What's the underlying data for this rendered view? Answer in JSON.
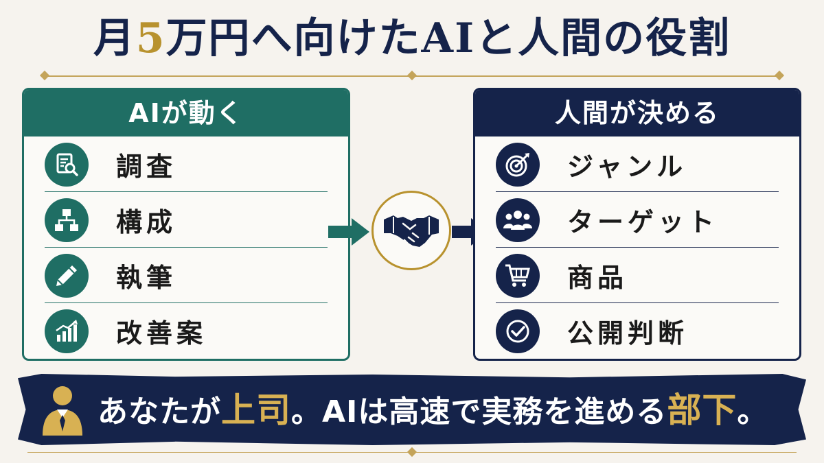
{
  "title": {
    "prefix": "月",
    "amount": "5",
    "mid": "万円",
    "suffix": "へ向けたAIと人間の役割"
  },
  "ai_card": {
    "heading": "AIが動く",
    "items": [
      {
        "label": "調査",
        "icon": "document-search-icon"
      },
      {
        "label": "構成",
        "icon": "structure-diagram-icon"
      },
      {
        "label": "執筆",
        "icon": "pencil-icon"
      },
      {
        "label": "改善案",
        "icon": "growth-chart-icon"
      }
    ]
  },
  "human_card": {
    "heading": "人間が決める",
    "items": [
      {
        "label": "ジャンル",
        "icon": "target-icon"
      },
      {
        "label": "ターゲット",
        "icon": "people-icon"
      },
      {
        "label": "商品",
        "icon": "shopping-cart-icon"
      },
      {
        "label": "公開判断",
        "icon": "check-circle-icon"
      }
    ]
  },
  "center": {
    "icon": "handshake-icon"
  },
  "banner": {
    "icon": "businessperson-icon",
    "part1": "あなたが",
    "highlight1": "上司",
    "part2": "。AIは高速で実務を進める",
    "highlight2": "部下",
    "part3": "。"
  },
  "colors": {
    "teal": "#1f6e64",
    "navy": "#15234a",
    "gold": "#b8922e",
    "background": "#f6f3ee"
  }
}
